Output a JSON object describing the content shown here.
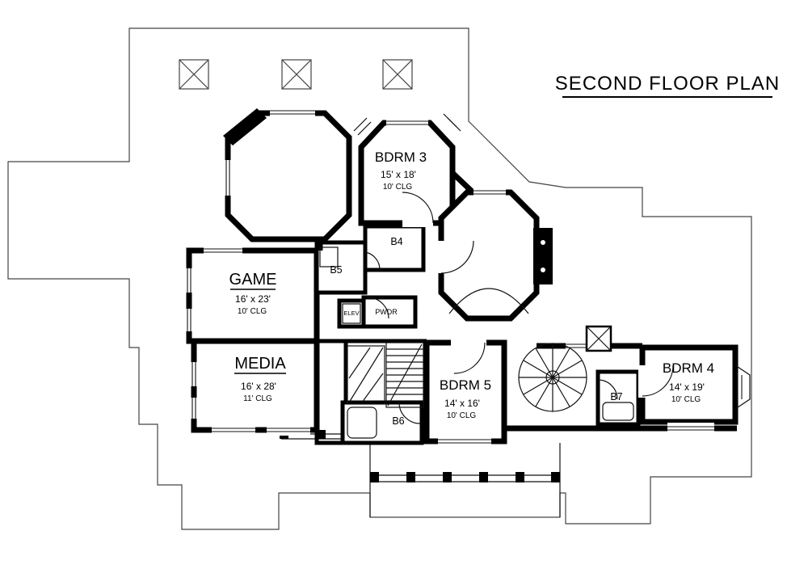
{
  "title": "SECOND FLOOR PLAN",
  "colors": {
    "wall": "#000000",
    "outline": "#444444",
    "background": "#ffffff"
  },
  "rooms": [
    {
      "id": "bdrm3",
      "name": "BDRM 3",
      "dims": "15' x 18'",
      "clg": "10' CLG"
    },
    {
      "id": "game",
      "name": "GAME",
      "dims": "16' x 23'",
      "clg": "10' CLG"
    },
    {
      "id": "media",
      "name": "MEDIA",
      "dims": "16' x 28'",
      "clg": "11' CLG"
    },
    {
      "id": "bdrm5",
      "name": "BDRM 5",
      "dims": "14' x 16'",
      "clg": "10' CLG"
    },
    {
      "id": "bdrm4",
      "name": "BDRM 4",
      "dims": "14' x 19'",
      "clg": "10' CLG"
    }
  ],
  "small_labels": [
    {
      "id": "b4",
      "label": "B4"
    },
    {
      "id": "b5",
      "label": "B5"
    },
    {
      "id": "b6",
      "label": "B6"
    },
    {
      "id": "b7",
      "label": "B7"
    },
    {
      "id": "elev",
      "label": "ELEV"
    },
    {
      "id": "pwdr",
      "label": "PWDR"
    }
  ]
}
